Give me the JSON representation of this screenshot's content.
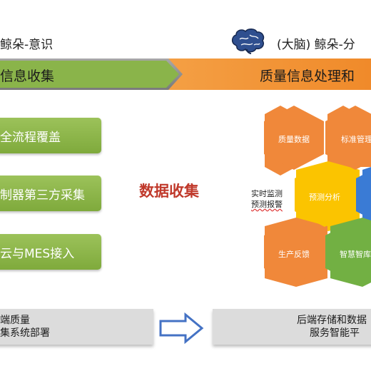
{
  "header": {
    "left_title": "鲸朵-意识",
    "right_title": "(大脑) 鲸朵-分",
    "brain_icon": "brain-icon"
  },
  "banner": {
    "left_label": "信息收集",
    "right_label": "质量信息处理和"
  },
  "left_buttons": [
    {
      "label": "全流程覆盖"
    },
    {
      "label": "制器第三方采集"
    },
    {
      "label": "云与MES接入"
    }
  ],
  "center_label": "数据收集",
  "hexagons": [
    {
      "label": "质量数据",
      "color": "#f0883a"
    },
    {
      "label": "标准管理",
      "color": "#f0883a"
    },
    {
      "label": "预测分析",
      "color": "#fbc400"
    },
    {
      "label": "",
      "color": "#3a7bd5"
    },
    {
      "label": "生产反馈",
      "color": "#f0883a"
    },
    {
      "label": "智慧智库",
      "color": "#72b043"
    }
  ],
  "side_note": {
    "line1": "实时监测",
    "line2": "预测报警"
  },
  "bottom": {
    "left_line1": "端质量",
    "left_line2": "集系统部署",
    "right_line1": "后端存储和数据",
    "right_line2": "服务智能平"
  },
  "colors": {
    "banner_gray": "#909090",
    "banner_orange": "#f39a3a",
    "green": "#8db84b",
    "arrow_blue": "#4472c4",
    "center_red": "#c0392b"
  }
}
